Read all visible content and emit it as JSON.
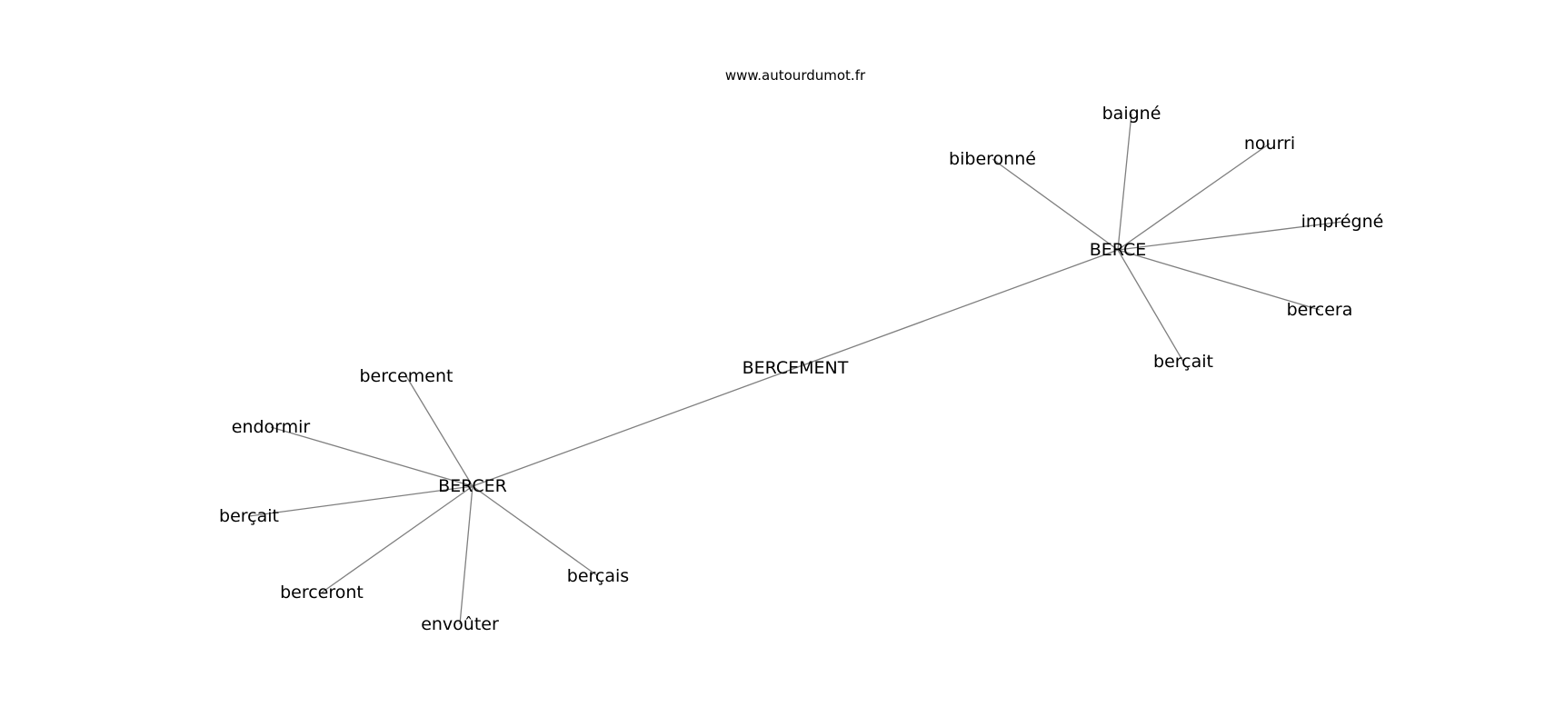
{
  "watermark": "www.autourdumot.fr",
  "graph": {
    "nodes": [
      {
        "id": "bercement_center",
        "label": "BERCEMENT"
      },
      {
        "id": "berce",
        "label": "BERCE"
      },
      {
        "id": "bercer",
        "label": "BERCER"
      },
      {
        "id": "baigne",
        "label": "baigné"
      },
      {
        "id": "nourri",
        "label": "nourri"
      },
      {
        "id": "biberonne",
        "label": "biberonné"
      },
      {
        "id": "impregne",
        "label": "imprégné"
      },
      {
        "id": "bercera",
        "label": "bercera"
      },
      {
        "id": "bercait_1",
        "label": "berçait"
      },
      {
        "id": "bercement",
        "label": "bercement"
      },
      {
        "id": "endormir",
        "label": "endormir"
      },
      {
        "id": "bercait_2",
        "label": "berçait"
      },
      {
        "id": "berceront",
        "label": "berceront"
      },
      {
        "id": "envouter",
        "label": "envoûter"
      },
      {
        "id": "bercais",
        "label": "berçais"
      }
    ],
    "edges": [
      {
        "source": "bercement_center",
        "target": "berce"
      },
      {
        "source": "bercement_center",
        "target": "bercer"
      },
      {
        "source": "berce",
        "target": "baigne"
      },
      {
        "source": "berce",
        "target": "nourri"
      },
      {
        "source": "berce",
        "target": "biberonne"
      },
      {
        "source": "berce",
        "target": "impregne"
      },
      {
        "source": "berce",
        "target": "bercera"
      },
      {
        "source": "berce",
        "target": "bercait_1"
      },
      {
        "source": "bercer",
        "target": "bercement"
      },
      {
        "source": "bercer",
        "target": "endormir"
      },
      {
        "source": "bercer",
        "target": "bercait_2"
      },
      {
        "source": "bercer",
        "target": "berceront"
      },
      {
        "source": "bercer",
        "target": "envouter"
      },
      {
        "source": "bercer",
        "target": "bercais"
      }
    ]
  }
}
